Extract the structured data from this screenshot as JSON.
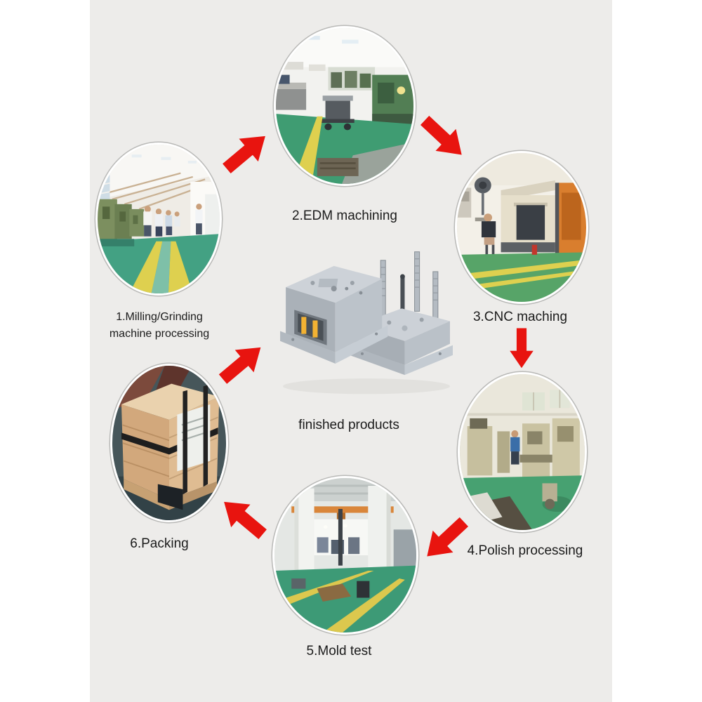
{
  "page": {
    "background": "#ffffff",
    "panel_background": "#edecea"
  },
  "diagram": {
    "center": {
      "label": "finished products",
      "image": "plastic-injection-mold-set"
    },
    "stages": [
      {
        "order": "1",
        "label": "1.Milling/Grinding",
        "label_line2": "machine processing",
        "photo": "milling-grinding-workshop-photo"
      },
      {
        "order": "2",
        "label": "2.EDM machining",
        "photo": "edm-machining-workshop-photo"
      },
      {
        "order": "3",
        "label": "3.CNC maching",
        "photo": "cnc-machining-workshop-photo"
      },
      {
        "order": "4",
        "label": "4.Polish processing",
        "photo": "polish-processing-workshop-photo"
      },
      {
        "order": "5",
        "label": "5.Mold test",
        "photo": "mold-test-factory-floor-photo"
      },
      {
        "order": "6",
        "label": "6.Packing",
        "photo": "wooden-crate-packing-photo"
      }
    ],
    "arrows": [
      {
        "from": "1",
        "to": "2",
        "direction": "up-right"
      },
      {
        "from": "2",
        "to": "3",
        "direction": "down-right"
      },
      {
        "from": "3",
        "to": "4",
        "direction": "down"
      },
      {
        "from": "4",
        "to": "5",
        "direction": "down-left"
      },
      {
        "from": "5",
        "to": "6",
        "direction": "up-left"
      },
      {
        "from": "6",
        "to": "center",
        "direction": "up-right"
      }
    ],
    "colors": {
      "arrow_red": "#e8140f",
      "label_text": "#1b1b1b",
      "floor_green": "#3f9c76",
      "line_yellow": "#ded04f",
      "mold_grey": "#bcc3ca",
      "mold_accent_yellow": "#f2b233"
    }
  }
}
